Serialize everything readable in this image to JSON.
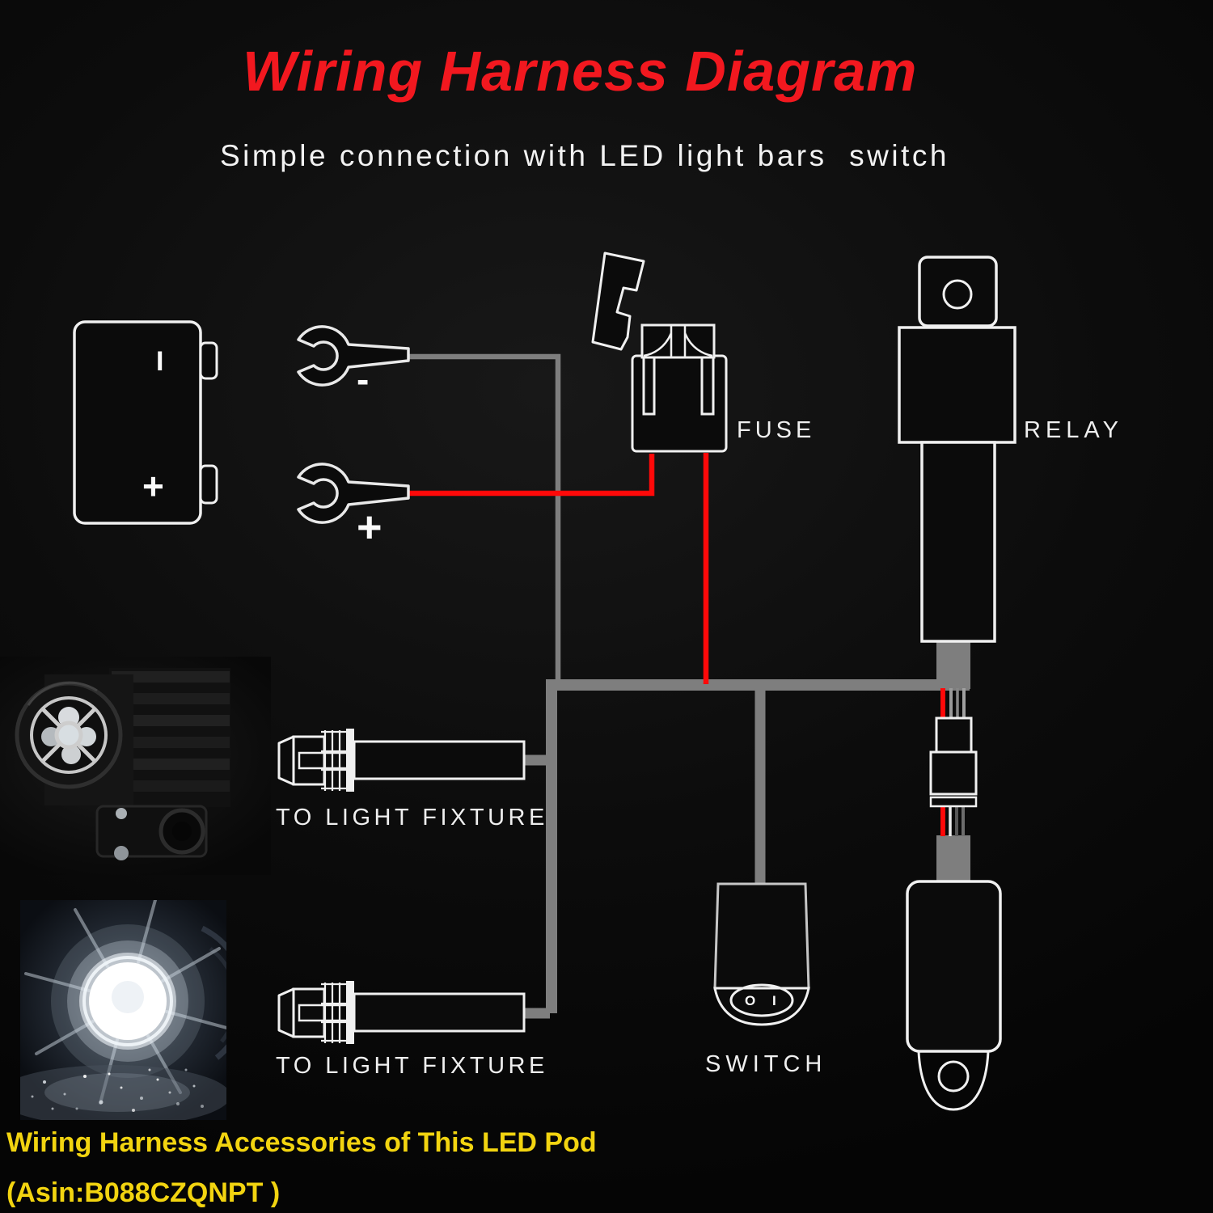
{
  "header": {
    "title": "Wiring Harness Diagram",
    "subtitle": "Simple connection with LED light bars  switch"
  },
  "battery": {
    "negative_marker": "I",
    "positive_marker": "+"
  },
  "terminals": {
    "negative_label": "-",
    "positive_label": "+"
  },
  "labels": {
    "fuse": "FUSE",
    "relay": "RELAY",
    "switch": "SWITCH",
    "rocker": "O I",
    "fixture1": "TO LIGHT FIXTURE",
    "fixture2": "TO LIGHT FIXTURE"
  },
  "footer": {
    "line1": "Wiring Harness Accessories of This LED Pod",
    "line2": "(Asin:B088CZQNPT )"
  },
  "colors": {
    "title_red": "#f2181f",
    "wire_red": "#ff0909",
    "wire_gray": "#7e7e7e",
    "outline_white": "#f0f0f0",
    "footer_yellow": "#f2d410"
  }
}
